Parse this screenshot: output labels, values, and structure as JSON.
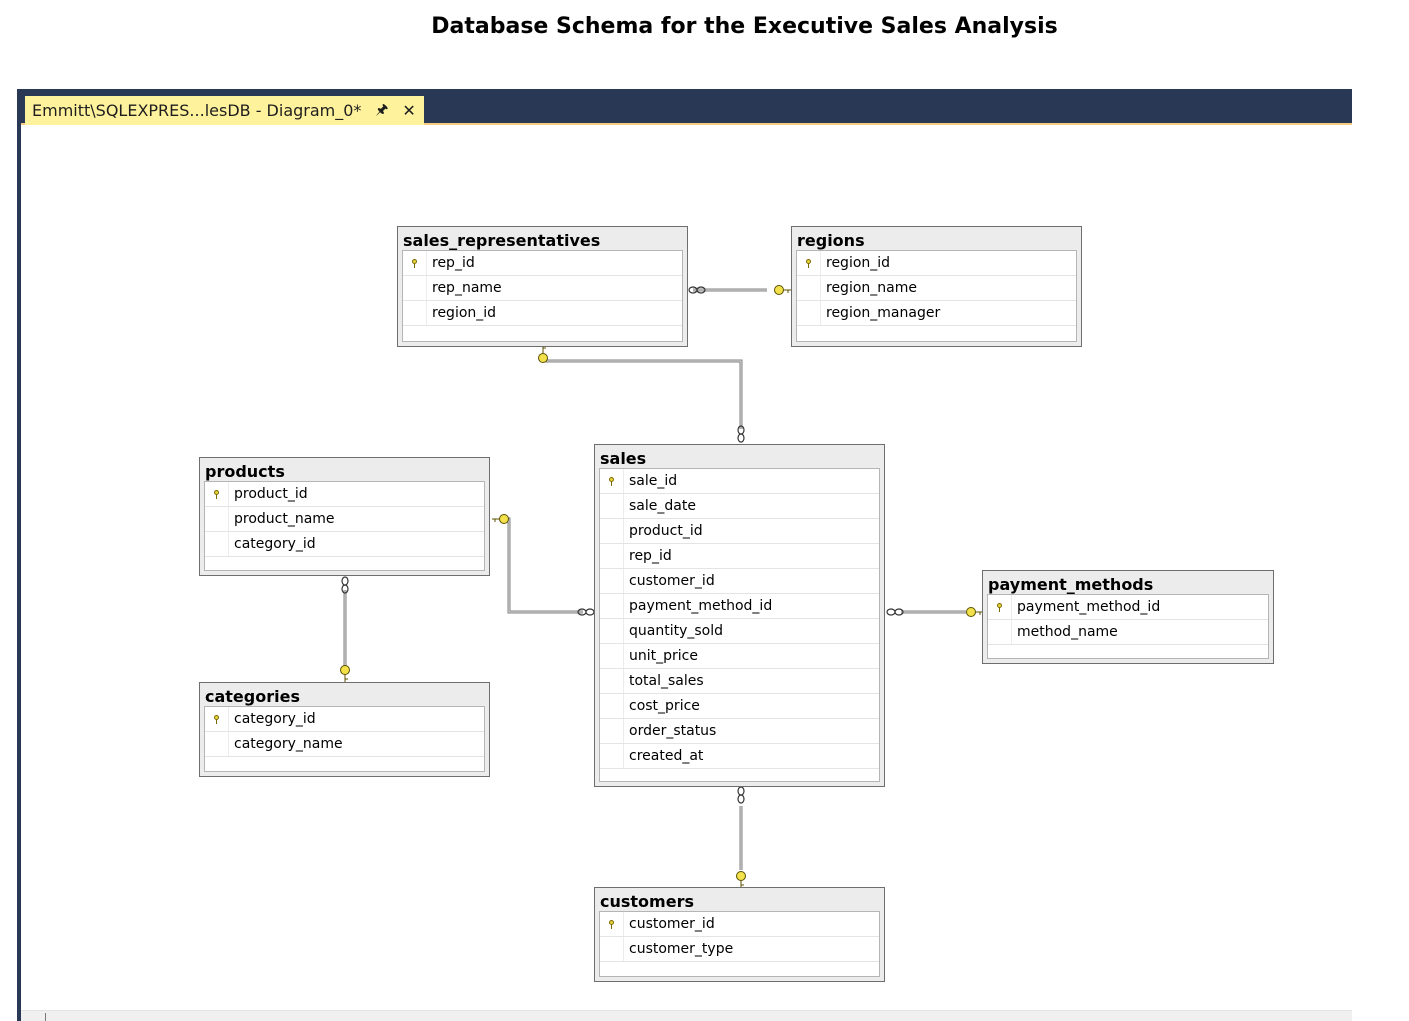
{
  "page_title": "Database Schema for the Executive Sales Analysis",
  "document_tab": {
    "label": "Emmitt\\SQLEXPRES...lesDB - Diagram_0*",
    "pin_icon": "pin-icon",
    "close_icon": "close-icon"
  },
  "colors": {
    "titlebar": "#293955",
    "active_tab": "#fff29d",
    "key_icon": "#e8d53a",
    "relationship_line": "#808080"
  },
  "tables": {
    "sales_representatives": {
      "name": "sales_representatives",
      "columns": [
        {
          "name": "rep_id",
          "primary_key": true
        },
        {
          "name": "rep_name",
          "primary_key": false
        },
        {
          "name": "region_id",
          "primary_key": false
        }
      ]
    },
    "regions": {
      "name": "regions",
      "columns": [
        {
          "name": "region_id",
          "primary_key": true
        },
        {
          "name": "region_name",
          "primary_key": false
        },
        {
          "name": "region_manager",
          "primary_key": false
        }
      ]
    },
    "products": {
      "name": "products",
      "columns": [
        {
          "name": "product_id",
          "primary_key": true
        },
        {
          "name": "product_name",
          "primary_key": false
        },
        {
          "name": "category_id",
          "primary_key": false
        }
      ]
    },
    "sales": {
      "name": "sales",
      "columns": [
        {
          "name": "sale_id",
          "primary_key": true
        },
        {
          "name": "sale_date",
          "primary_key": false
        },
        {
          "name": "product_id",
          "primary_key": false
        },
        {
          "name": "rep_id",
          "primary_key": false
        },
        {
          "name": "customer_id",
          "primary_key": false
        },
        {
          "name": "payment_method_id",
          "primary_key": false
        },
        {
          "name": "quantity_sold",
          "primary_key": false
        },
        {
          "name": "unit_price",
          "primary_key": false
        },
        {
          "name": "total_sales",
          "primary_key": false
        },
        {
          "name": "cost_price",
          "primary_key": false
        },
        {
          "name": "order_status",
          "primary_key": false
        },
        {
          "name": "created_at",
          "primary_key": false
        }
      ]
    },
    "payment_methods": {
      "name": "payment_methods",
      "columns": [
        {
          "name": "payment_method_id",
          "primary_key": true
        },
        {
          "name": "method_name",
          "primary_key": false
        }
      ]
    },
    "categories": {
      "name": "categories",
      "columns": [
        {
          "name": "category_id",
          "primary_key": true
        },
        {
          "name": "category_name",
          "primary_key": false
        }
      ]
    },
    "customers": {
      "name": "customers",
      "columns": [
        {
          "name": "customer_id",
          "primary_key": true
        },
        {
          "name": "customer_type",
          "primary_key": false
        }
      ]
    }
  },
  "relationships": [
    {
      "many": "sales_representatives",
      "one": "regions"
    },
    {
      "many": "sales",
      "one": "sales_representatives"
    },
    {
      "many": "sales",
      "one": "products"
    },
    {
      "many": "sales",
      "one": "payment_methods"
    },
    {
      "many": "sales",
      "one": "customers"
    },
    {
      "many": "products",
      "one": "categories"
    }
  ]
}
